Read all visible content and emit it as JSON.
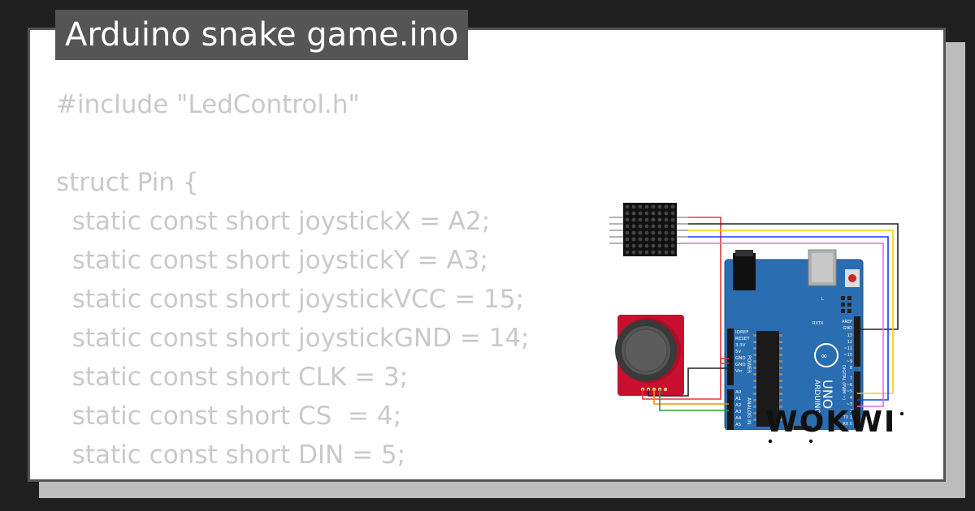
{
  "title": "Arduino snake game.ino",
  "code_lines": [
    "#include \"LedControl.h\"",
    "",
    "struct Pin {",
    "  static const short joystickX = A2;",
    "  static const short joystickY = A3;",
    "  static const short joystickVCC = 15;",
    "  static const short joystickGND = 14;",
    "  static const short CLK = 3;",
    "  static const short CS  = 4;",
    "  static const short DIN = 5;",
    "};"
  ],
  "board": {
    "arduino": "ARDUINO",
    "uno": "UNO",
    "power_label": "POWER",
    "analog_label": "ANALOG IN",
    "digital_label": "DIGITAL (PWM ~)",
    "power_pins": [
      "IOREF",
      "RESET",
      "3.3V",
      "5V",
      "GND",
      "GND",
      "Vin"
    ],
    "analog_pins": [
      "A0",
      "A1",
      "A2",
      "A3",
      "A4",
      "A5"
    ],
    "digital_pins": [
      "AREF",
      "GND",
      "13",
      "12",
      "~11",
      "~10",
      "~9",
      "8",
      "7",
      "~6",
      "~5",
      "4",
      "~3",
      "2",
      "TX 1",
      "RX 0"
    ],
    "led_labels": [
      "TX",
      "RX",
      "L",
      "ON"
    ]
  },
  "brand": "WOKWI",
  "colors": {
    "title_bg": "#555555",
    "code_text": "#c9c9c9",
    "board": "#2a6db0",
    "joystick_board": "#c8102e",
    "wire_red": "#e53935",
    "wire_yellow": "#f5d000",
    "wire_blue": "#1a3cff",
    "wire_pink": "#e86ae8",
    "wire_black": "#222222",
    "wire_orange": "#f29100",
    "wire_green": "#2e9a3a"
  }
}
